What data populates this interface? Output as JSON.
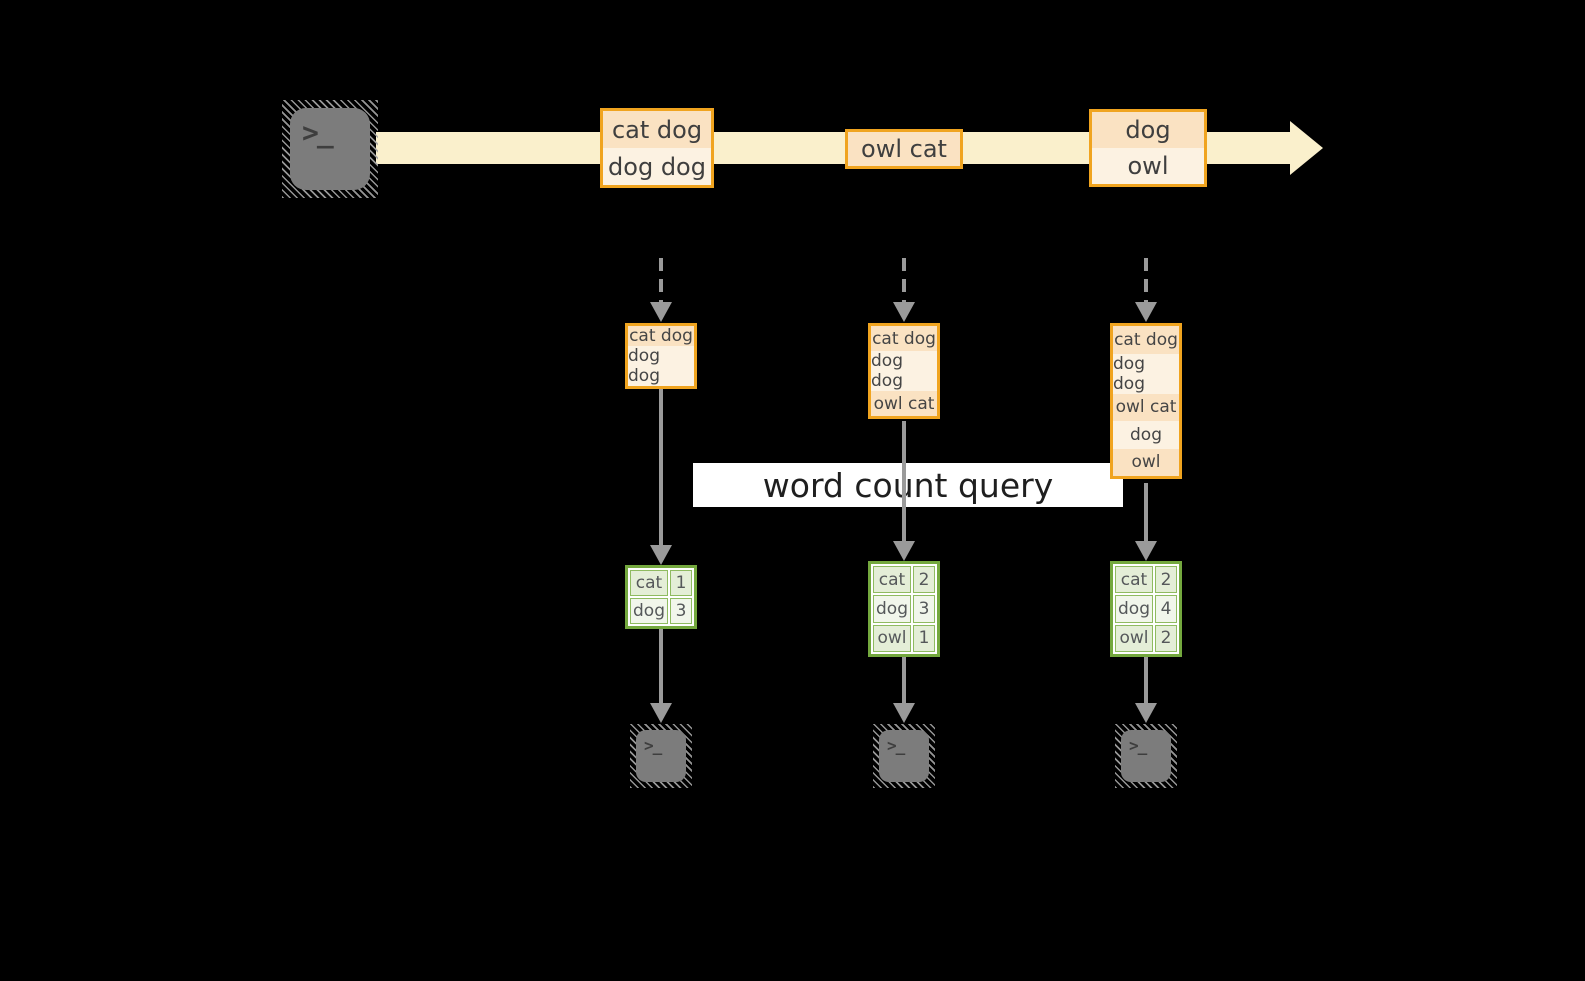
{
  "meta": {
    "description_label": "word count query streaming diagram",
    "colors": {
      "background": "#000000",
      "stream_arrow": "#FAF0CC",
      "event_border": "#F0A41F",
      "event_fill_dark": "#FAE2C2",
      "event_fill_light": "#FCF2E2",
      "table_border": "#74A83E",
      "table_fill_dark": "#E4EED7",
      "table_fill_light": "#F1F6EB",
      "arrow_gray": "#9A9A9A",
      "terminal_gray": "#7C7C7C",
      "query_banner_bg": "#FFFFFF",
      "query_text": "#1F1F1F"
    }
  },
  "icons": {
    "source": "terminal-icon",
    "sinks": [
      "terminal-icon",
      "terminal-icon",
      "terminal-icon"
    ],
    "terminal_glyph": ">_"
  },
  "stream": {
    "events": [
      {
        "lines": [
          "cat dog",
          "dog dog"
        ]
      },
      {
        "lines": [
          "owl cat"
        ]
      },
      {
        "lines": [
          "dog",
          "owl"
        ]
      }
    ]
  },
  "query": {
    "label": "word count query"
  },
  "columns": [
    {
      "batch": [
        "cat dog",
        "dog dog"
      ],
      "counts": [
        {
          "word": "cat",
          "count": "1"
        },
        {
          "word": "dog",
          "count": "3"
        }
      ]
    },
    {
      "batch": [
        "cat dog",
        "dog dog",
        "owl cat"
      ],
      "counts": [
        {
          "word": "cat",
          "count": "2"
        },
        {
          "word": "dog",
          "count": "3"
        },
        {
          "word": "owl",
          "count": "1"
        }
      ]
    },
    {
      "batch": [
        "cat dog",
        "dog dog",
        "owl cat",
        "dog",
        "owl"
      ],
      "counts": [
        {
          "word": "cat",
          "count": "2"
        },
        {
          "word": "dog",
          "count": "4"
        },
        {
          "word": "owl",
          "count": "2"
        }
      ]
    }
  ]
}
